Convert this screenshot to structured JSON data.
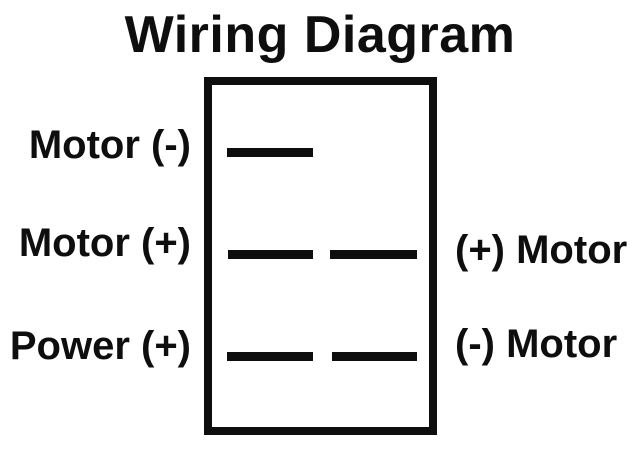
{
  "title": "Wiring Diagram",
  "colors": {
    "background": "#ffffff",
    "ink": "#0e0e0e"
  },
  "switch_diagram": {
    "left_labels": [
      "Motor (-)",
      "Motor (+)",
      "Power (+)"
    ],
    "right_labels": [
      "(+) Motor",
      "(-) Motor"
    ],
    "terminal_rows": [
      {
        "row": "top",
        "left_terminal": true,
        "right_terminal": false
      },
      {
        "row": "middle",
        "left_terminal": true,
        "right_terminal": true
      },
      {
        "row": "bottom",
        "left_terminal": true,
        "right_terminal": true
      }
    ]
  }
}
